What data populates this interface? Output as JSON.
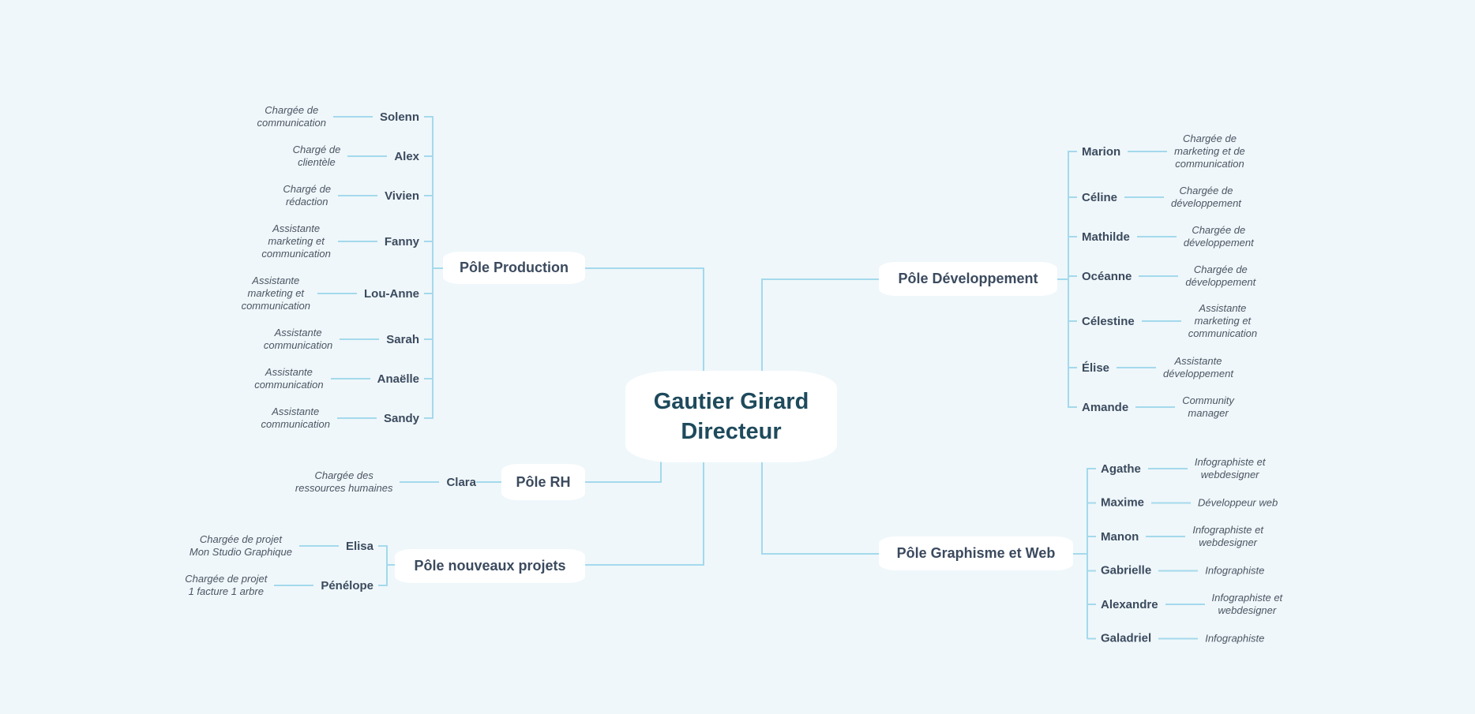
{
  "center": {
    "name": "Gautier Girard",
    "role": "Directeur"
  },
  "poles": {
    "production": {
      "label": "Pôle Production",
      "members": [
        {
          "name": "Solenn",
          "role": "Chargée de\ncommunication"
        },
        {
          "name": "Alex",
          "role": "Chargé de\nclientèle"
        },
        {
          "name": "Vivien",
          "role": "Chargé de\nrédaction"
        },
        {
          "name": "Fanny",
          "role": "Assistante\nmarketing et\ncommunication"
        },
        {
          "name": "Lou-Anne",
          "role": "Assistante\nmarketing et\ncommunication"
        },
        {
          "name": "Sarah",
          "role": "Assistante\ncommunication"
        },
        {
          "name": "Anaëlle",
          "role": "Assistante\ncommunication"
        },
        {
          "name": "Sandy",
          "role": "Assistante\ncommunication"
        }
      ]
    },
    "rh": {
      "label": "Pôle RH",
      "members": [
        {
          "name": "Clara",
          "role": "Chargée des\nressources humaines"
        }
      ]
    },
    "nouveaux": {
      "label": "Pôle nouveaux projets",
      "members": [
        {
          "name": "Elisa",
          "role": "Chargée de projet\nMon Studio Graphique"
        },
        {
          "name": "Pénélope",
          "role": "Chargée de projet\n1 facture 1 arbre"
        }
      ]
    },
    "developpement": {
      "label": "Pôle Développement",
      "members": [
        {
          "name": "Marion",
          "role": "Chargée de\nmarketing et de\ncommunication"
        },
        {
          "name": "Céline",
          "role": "Chargée de\ndéveloppement"
        },
        {
          "name": "Mathilde",
          "role": "Chargée de\ndéveloppement"
        },
        {
          "name": "Océanne",
          "role": "Chargée de\ndéveloppement"
        },
        {
          "name": "Célestine",
          "role": "Assistante\nmarketing et\ncommunication"
        },
        {
          "name": "Élise",
          "role": "Assistante\ndéveloppement"
        },
        {
          "name": "Amande",
          "role": "Community\nmanager"
        }
      ]
    },
    "graphisme": {
      "label": "Pôle Graphisme et Web",
      "members": [
        {
          "name": "Agathe",
          "role": "Infographiste et\nwebdesigner"
        },
        {
          "name": "Maxime",
          "role": "Développeur web"
        },
        {
          "name": "Manon",
          "role": "Infographiste et\nwebdesigner"
        },
        {
          "name": "Gabrielle",
          "role": "Infographiste"
        },
        {
          "name": "Alexandre",
          "role": "Infographiste et\nwebdesigner"
        },
        {
          "name": "Galadriel",
          "role": "Infographiste"
        }
      ]
    }
  },
  "colors": {
    "background": "#eff7fa",
    "connector": "#a4d9ec",
    "text": "#3b4a5e",
    "title": "#1e4a5c"
  }
}
